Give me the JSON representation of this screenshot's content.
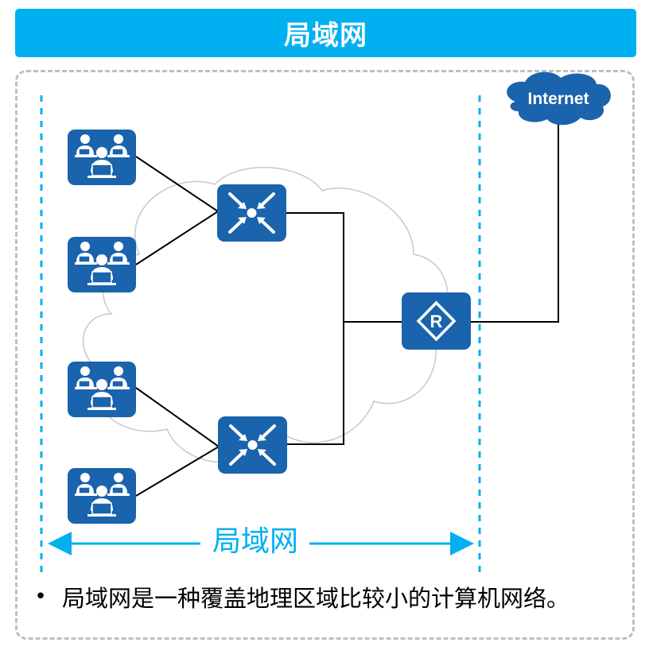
{
  "header": {
    "title": "局域网"
  },
  "diagram": {
    "lan_label": "局域网",
    "internet_label": "Internet",
    "nodes": {
      "workgroups": [
        "workgroup-1",
        "workgroup-2",
        "workgroup-3",
        "workgroup-4"
      ],
      "switches": [
        "switch-1",
        "switch-2"
      ],
      "router_symbol": "R"
    },
    "colors": {
      "accent": "#00b0f0",
      "device_blue": "#1a63ad",
      "link": "#000000",
      "cloud_outline": "#c8c8c8",
      "frame": "#bfbfbf"
    }
  },
  "bullets": [
    {
      "marker": "•",
      "text": "局域网是一种覆盖地理区域比较小的计算机网络。"
    }
  ]
}
